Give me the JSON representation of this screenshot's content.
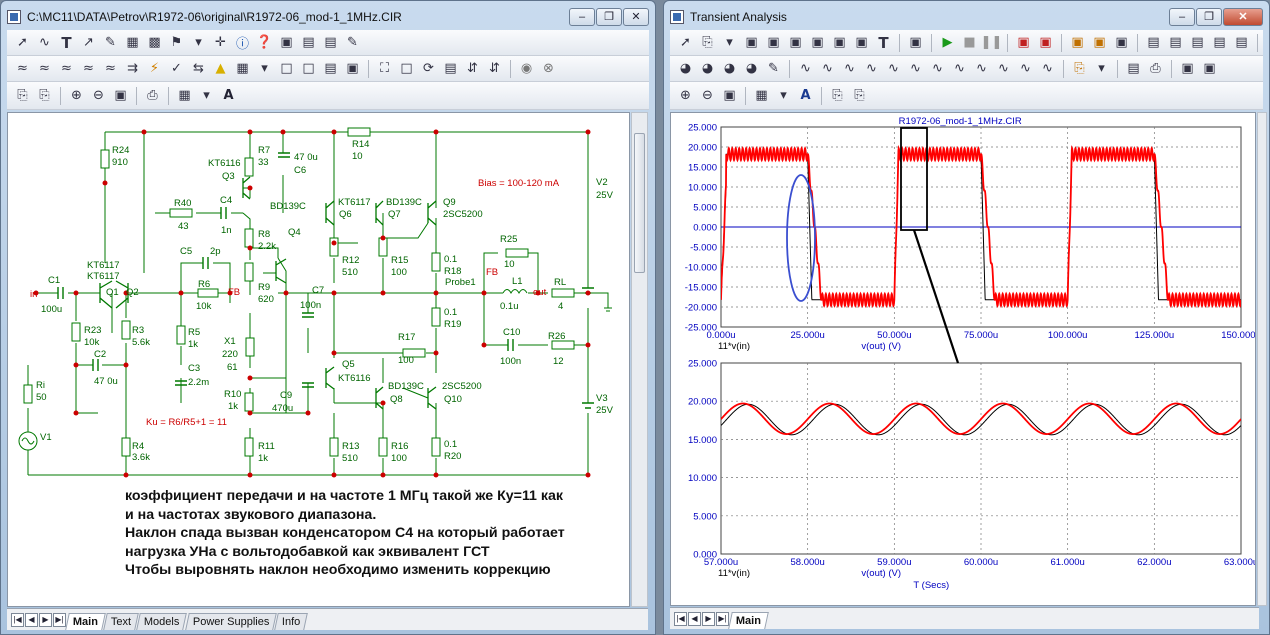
{
  "left_window": {
    "title": "C:\\MC11\\DATA\\Petrov\\R1972-06\\original\\R1972-06_mod-1_1MHz.CIR",
    "tabs": [
      "Main",
      "Text",
      "Models",
      "Power Supplies",
      "Info"
    ],
    "active_tab": "Main"
  },
  "right_window": {
    "title": "Transient Analysis",
    "tabs": [
      "Main"
    ],
    "active_tab": "Main"
  },
  "schematic": {
    "labels": {
      "in": "in",
      "C1": "C1",
      "C1v": "100u",
      "R24": "R24",
      "R24v": "910",
      "Q1t": "KT6117",
      "Q2t": "KT6117",
      "Q1": "Q1",
      "Q2": "Q2",
      "R23": "R23",
      "R23v": "10k",
      "R3": "R3",
      "R3v": "5.6k",
      "C2": "C2",
      "C2v": "47 0u",
      "Ri": "Ri",
      "Riv": "50",
      "V1": "V1",
      "R4": "R4",
      "R4v": "3.6k",
      "R40": "R40",
      "R40v": "43",
      "C4": "C4",
      "C4v": "1n",
      "R7": "R7",
      "R7v": "33",
      "Q3t": "KT6116",
      "Q3": "Q3",
      "C6v": "47 0u",
      "C6": "C6",
      "C5": "C5",
      "C5v": "2p",
      "R6": "R6",
      "R6v": "10k",
      "FB": "FB",
      "R5": "R5",
      "R5v": "1k",
      "C3": "C3",
      "C3v": "2.2m",
      "R8": "R8",
      "R8v": "2.2k",
      "Q4": "Q4",
      "BD139C": "BD139C",
      "R9": "R9",
      "R9v": "620",
      "X1": "X1",
      "X1a": "220",
      "X1b": "61",
      "C7": "C7",
      "C7v": "100n",
      "R10": "R10",
      "R10v": "1k",
      "C9": "C9",
      "C9v": "470u",
      "R11": "R11",
      "R11v": "1k",
      "Ku": "Ku = R6/R5+1 = 11",
      "R14": "R14",
      "R14v": "10",
      "Q6t": "KT6117",
      "Q6": "Q6",
      "Q7t": "BD139C",
      "Q7": "Q7",
      "Q9": "Q9",
      "Q9t": "2SC5200",
      "Bias": "Bias = 100-120 mA",
      "V2": "V2",
      "V2v": "25V",
      "R12": "R12",
      "R12v": "510",
      "R15": "R15",
      "R15v": "100",
      "R18v": "0.1",
      "R18": "R18",
      "R25": "R25",
      "R25v": "10",
      "FB2": "FB",
      "Probe1": "Probe1",
      "L1": "L1",
      "L1v": "0.1u",
      "out": "out",
      "RL": "RL",
      "RLv": "4",
      "R19v": "0.1",
      "R19": "R19",
      "C10": "C10",
      "C10v": "100n",
      "R26": "R26",
      "R26v": "12",
      "R17": "R17",
      "R17v": "100",
      "Q5": "Q5",
      "Q5t": "KT6116",
      "Q8t": "BD139C",
      "Q8": "Q8",
      "Q10t": "2SC5200",
      "Q10": "Q10",
      "V3": "V3",
      "V3v": "25V",
      "R13": "R13",
      "R13v": "510",
      "R16": "R16",
      "R16v": "100",
      "R20v": "0.1",
      "R20": "R20"
    },
    "note": [
      "коэффициент передачи и на частоте 1 МГц такой же Ку=11 как",
      "и на частотах звукового диапазона.",
      "Наклон спада вызван конденсатором С4 на который работает",
      "нагрузка УНа с вольтодобавкой как эквивалент ГСТ",
      "Чтобы выровнять наклон необходимо изменить коррекцию"
    ]
  },
  "chart_data": [
    {
      "type": "line",
      "title": "R1972-06_mod-1_1MHz.CIR",
      "xlabel": "",
      "ylabel": "",
      "x_unit": "s",
      "xlim": [
        0,
        0.00015
      ],
      "ylim": [
        -25,
        25
      ],
      "grid": true,
      "x_ticks": [
        "0.000u",
        "25.000u",
        "50.000u",
        "75.000u",
        "100.000u",
        "125.000u",
        "150.000u"
      ],
      "y_ticks": [
        "25.000",
        "20.000",
        "15.000",
        "10.000",
        "5.000",
        "0.000",
        "-5.000",
        "-10.000",
        "-15.000",
        "-20.000",
        "-25.000"
      ],
      "series": [
        {
          "name": "11*v(in)",
          "color": "#000000",
          "shape": "square",
          "amplitude": 18.2,
          "period": 5e-05,
          "first_fall": 2.5e-05,
          "first_rise": 5e-05
        },
        {
          "name": "v(out) (V)",
          "color": "#ff0000",
          "shape": "square_with_1MHz_ripple",
          "amplitude": 18.2,
          "ripple_pp": 3.0,
          "ripple_period": 1e-06,
          "fall_slope_us": 4.0
        }
      ],
      "reference_line": {
        "y": 0,
        "color": "#0000c0"
      }
    },
    {
      "type": "line",
      "title": "",
      "xlabel": "T (Secs)",
      "ylabel": "",
      "x_unit": "s",
      "xlim": [
        5.7e-05,
        6.3e-05
      ],
      "ylim": [
        0,
        25
      ],
      "grid": true,
      "x_ticks": [
        "57.000u",
        "58.000u",
        "59.000u",
        "60.000u",
        "61.000u",
        "62.000u",
        "63.000u"
      ],
      "y_ticks": [
        "25.000",
        "20.000",
        "15.000",
        "10.000",
        "5.000",
        "0.000"
      ],
      "series": [
        {
          "name": "11*v(in)",
          "color": "#000000",
          "shape": "sine",
          "offset": 17.6,
          "amplitude": 2.0,
          "period": 1e-06,
          "phase_shift": 0
        },
        {
          "name": "v(out) (V)",
          "color": "#ff0000",
          "shape": "sine",
          "offset": 17.7,
          "amplitude": 2.0,
          "period": 1e-06,
          "phase_shift": -6e-08
        }
      ]
    }
  ],
  "colors": {
    "schematic_wire": "#007800",
    "schematic_text": "#006400",
    "junction": "#cc0000",
    "plot_axis_text": "#0000c0",
    "annotation_ellipse": "#3b4fd0",
    "annotation_box": "#000000"
  }
}
